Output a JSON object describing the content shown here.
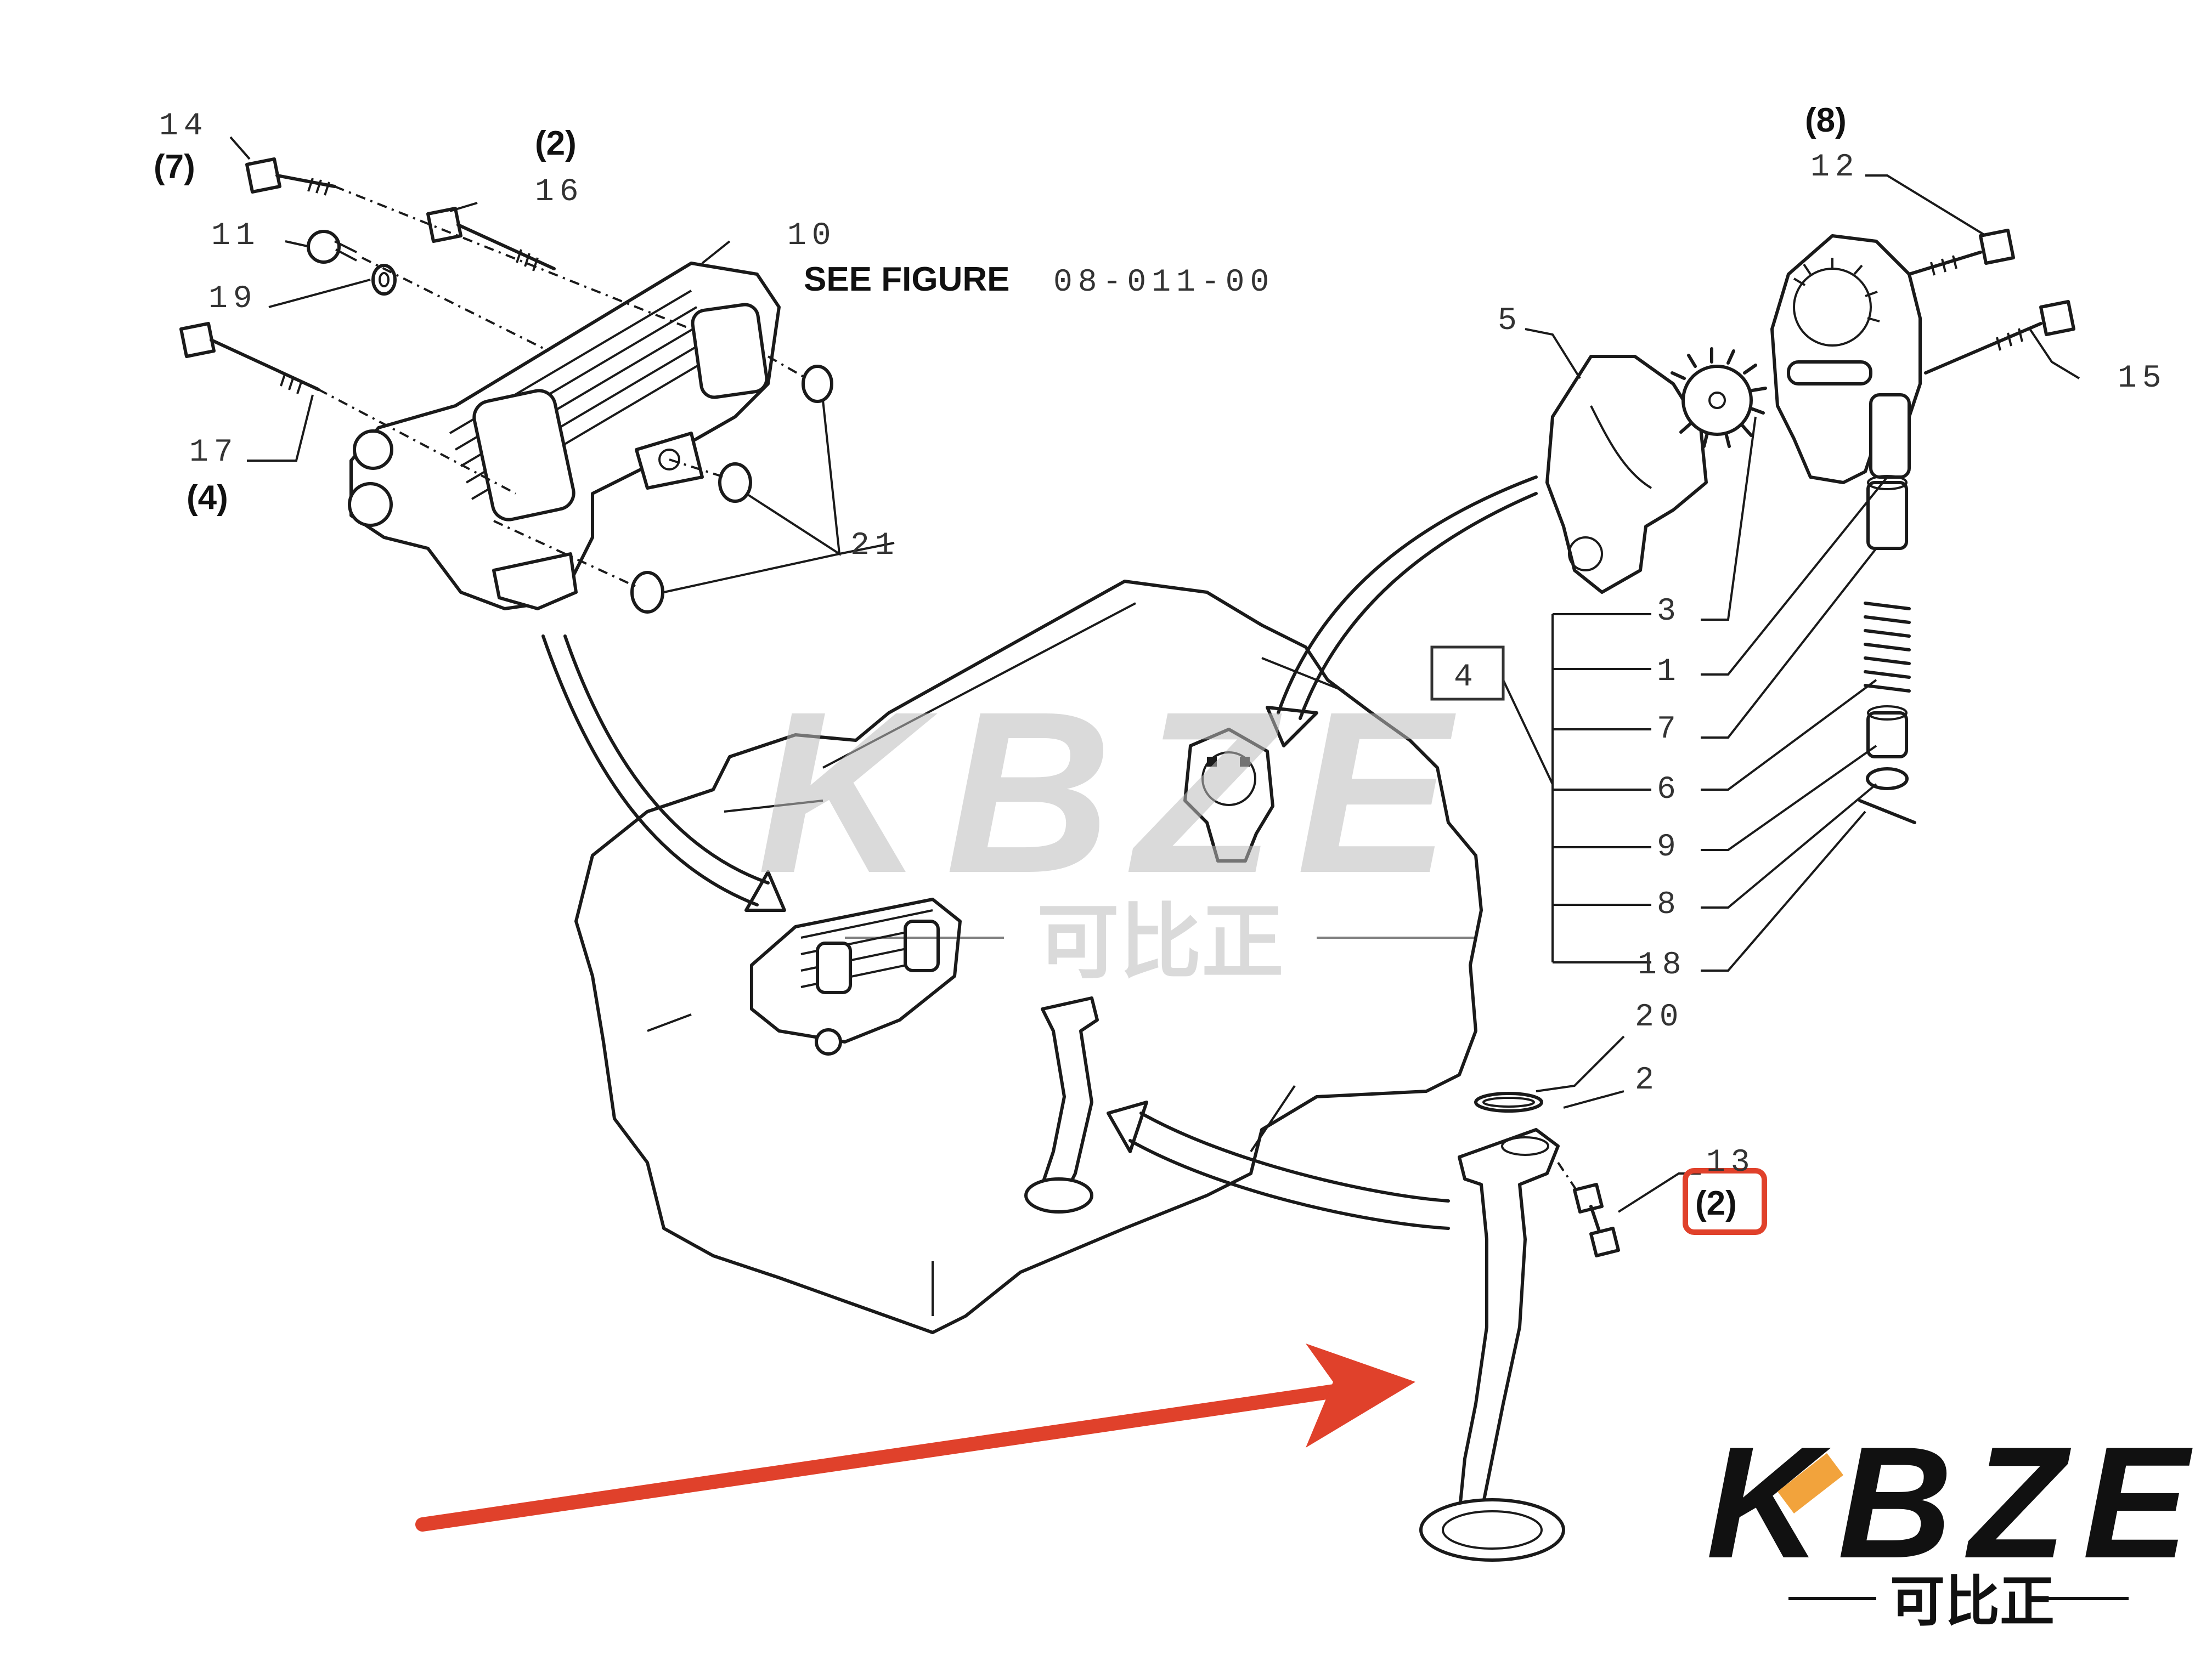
{
  "labels": {
    "p14": "14",
    "q7": "(7)",
    "q2_top": "(2)",
    "p16": "16",
    "p11": "11",
    "p10": "10",
    "p19": "19",
    "p17": "17",
    "q4": "(4)",
    "p21": "21",
    "q8": "(8)",
    "p12": "12",
    "p5": "5",
    "p15": "15",
    "p3": "3",
    "p1": "1",
    "p7": "7",
    "p6": "6",
    "p9": "9",
    "p8": "8",
    "p18": "18",
    "box4": "4",
    "p20": "20",
    "p2": "2",
    "p13": "13",
    "q2_highlight": "(2)"
  },
  "reference": {
    "see_figure": "SEE FIGURE",
    "figure_code": "08-011-00"
  },
  "watermark": {
    "brand": "KBZE",
    "chinese": "可比正"
  },
  "logo": {
    "brand": "KBZE",
    "chinese": "可比正"
  },
  "colors": {
    "highlight": "#e0412b",
    "brand_dark": "#111111",
    "brand_accent": "#f2a33c",
    "watermark": "#c8c8c8"
  }
}
